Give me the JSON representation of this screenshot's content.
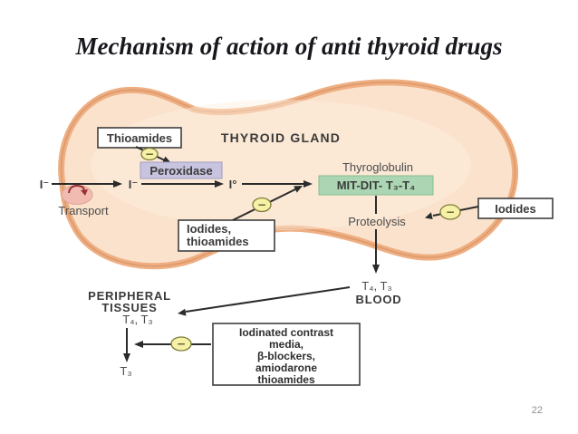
{
  "slide": {
    "title": "Mechanism of action of anti thyroid drugs",
    "page_number": "22"
  },
  "diagram": {
    "thyroid_gland_label": "THYROID GLAND",
    "minus_sign": "−",
    "iodide_outside": "I⁻",
    "iodide_inside": "I⁻",
    "iodine_oxidized": "I°",
    "transport_label": "Transport",
    "thioamides_box": "Thioamides",
    "peroxidase_box": "Peroxidase",
    "thyroglobulin_label": "Thyroglobulin",
    "mit_dit_box": "MIT-DIT- T₃-T₄",
    "proteolysis_label": "Proteolysis",
    "iodides_box": "Iodides",
    "iodides_thioamides_box": {
      "line1": "Iodides,",
      "line2": "thioamides"
    },
    "blood": {
      "hormones": "T₄, T₃",
      "label": "BLOOD"
    },
    "peripheral": {
      "line1": "PERIPHERAL",
      "line2": "TISSUES",
      "hormones": "T₄, T₃",
      "t3": "T₃"
    },
    "iodinated_box": {
      "line1": "Iodinated contrast",
      "line2": "media,",
      "line3": "β-blockers,",
      "line4": "amiodarone",
      "line5": "thioamides"
    },
    "colors": {
      "gland_fill": "#FAE2CC",
      "gland_edge": "#EFAF82",
      "gland_outline": "#DD9B6E",
      "peroxidase_bg": "#C8C4DF",
      "mit_dit_bg": "#ACD6B3",
      "minus_fill": "#F6F1A6",
      "transport_fill": "#F2BBB2",
      "arrow": "#2B2B2B"
    }
  }
}
